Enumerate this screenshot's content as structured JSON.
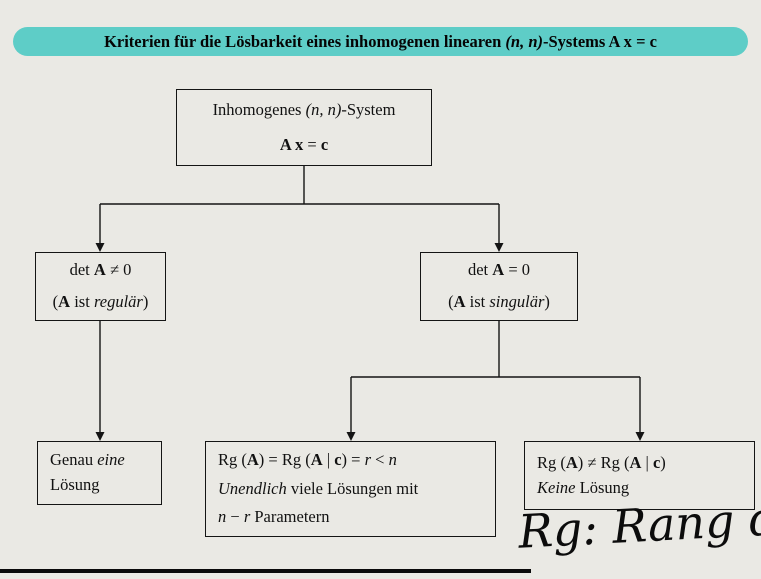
{
  "colors": {
    "title_highlight": "#5ecdc7",
    "background": "#eae9e4",
    "box_border": "#141414",
    "text": "#111111"
  },
  "title": {
    "segments": [
      [
        "Kriterien für die Lösbarkeit eines inhomogenen linearen  ",
        ""
      ],
      [
        "(n, n)",
        "i"
      ],
      [
        "-Systems  ",
        ""
      ],
      [
        "A x",
        ""
      ],
      [
        " = ",
        ""
      ],
      [
        "c",
        ""
      ]
    ]
  },
  "nodes": {
    "system": {
      "line1": [
        [
          "Inhomogenes  ",
          ""
        ],
        [
          "(n, n)",
          "i"
        ],
        [
          "-System",
          ""
        ]
      ],
      "line2": [
        [
          "A x",
          "b"
        ],
        [
          " = ",
          ""
        ],
        [
          "c",
          "b"
        ]
      ]
    },
    "regular": {
      "line1": [
        [
          "det ",
          ""
        ],
        [
          "A",
          "b"
        ],
        [
          " ≠ 0",
          ""
        ]
      ],
      "line2": [
        [
          "(",
          ""
        ],
        [
          "A",
          "b"
        ],
        [
          "  ist ",
          ""
        ],
        [
          "regulär",
          "i"
        ],
        [
          ")",
          ""
        ]
      ]
    },
    "singular": {
      "line1": [
        [
          "det ",
          ""
        ],
        [
          "A",
          "b"
        ],
        [
          " = 0",
          ""
        ]
      ],
      "line2": [
        [
          "(",
          ""
        ],
        [
          "A",
          "b"
        ],
        [
          "  ist ",
          ""
        ],
        [
          "singulär",
          "i"
        ],
        [
          ")",
          ""
        ]
      ]
    },
    "unique": {
      "line1": [
        [
          "Genau ",
          ""
        ],
        [
          "eine",
          "i"
        ]
      ],
      "line2": [
        [
          "Lösung",
          ""
        ]
      ]
    },
    "infinite": {
      "line1": [
        [
          "Rg (",
          ""
        ],
        [
          "A",
          "b"
        ],
        [
          ") = Rg (",
          ""
        ],
        [
          "A",
          "b"
        ],
        [
          " | ",
          ""
        ],
        [
          "c",
          "b"
        ],
        [
          ") = ",
          ""
        ],
        [
          "r",
          "i"
        ],
        [
          " < ",
          ""
        ],
        [
          "n",
          "i"
        ]
      ],
      "line2": [
        [
          "Unendlich",
          "i"
        ],
        [
          " viele Lösungen mit",
          ""
        ]
      ],
      "line3": [
        [
          "n",
          "i"
        ],
        [
          " − ",
          ""
        ],
        [
          "r",
          "i"
        ],
        [
          "  Parametern",
          ""
        ]
      ]
    },
    "none": {
      "line1": [
        [
          "Rg (",
          ""
        ],
        [
          "A",
          "b"
        ],
        [
          ") ≠ Rg (",
          ""
        ],
        [
          "A",
          "b"
        ],
        [
          " | ",
          ""
        ],
        [
          "c",
          "b"
        ],
        [
          ")",
          ""
        ]
      ],
      "line2": [
        [
          "Keine",
          "i"
        ],
        [
          " Lösung",
          ""
        ]
      ]
    }
  },
  "handwriting": {
    "text": "Rg: Rang d. M"
  }
}
